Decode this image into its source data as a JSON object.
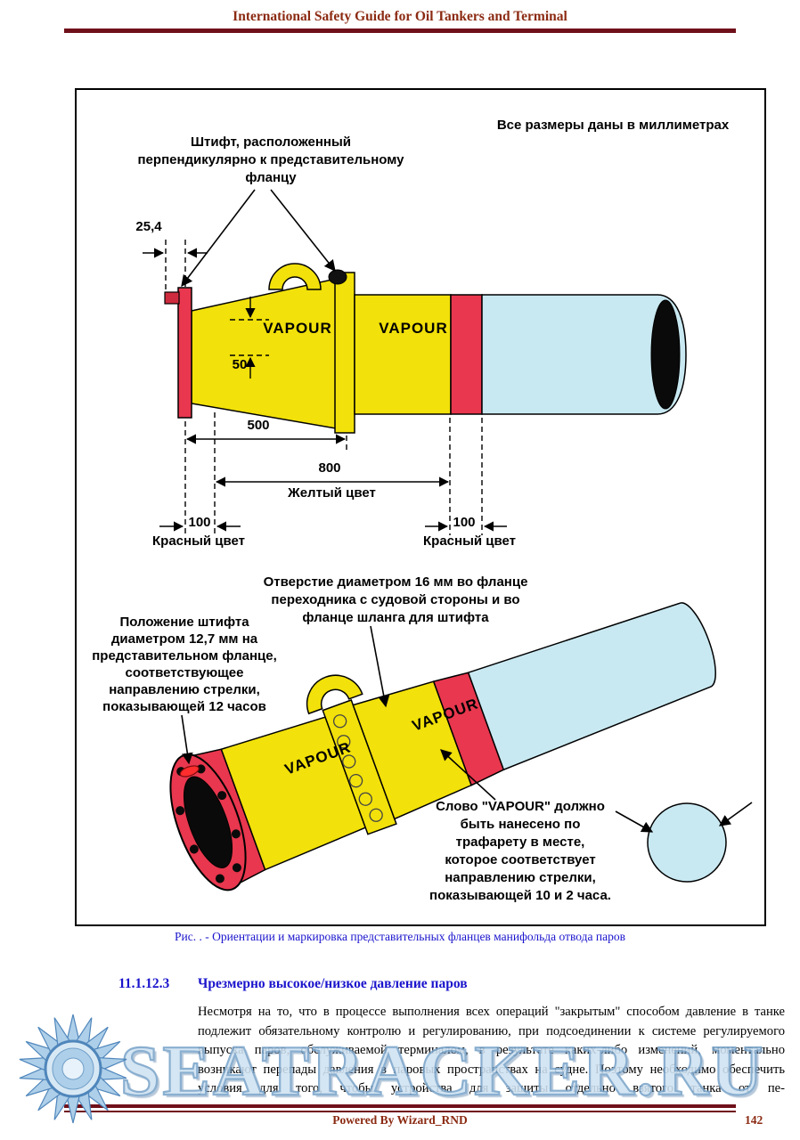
{
  "colors": {
    "maroon_text": "#8b2a12",
    "rule": "#70101a",
    "heading_blue": "#1a14cc",
    "diagram_yellow": "#f2e10a",
    "diagram_red": "#e8374e",
    "diagram_cyan": "#c9e9f2",
    "watermark_blue": "#cfe2f2"
  },
  "header": {
    "title": "International Safety Guide for Oil Tankers and Terminal"
  },
  "figure": {
    "note": "Все размеры даны в миллиметрах",
    "vapour": "VAPOUR",
    "pin_label": {
      "lines": [
        "Штифт, расположенный",
        "перпендикулярно к представительному",
        "фланцу"
      ]
    },
    "dims": {
      "d254": "25,4",
      "d50": "50",
      "d500": "500",
      "d800": "800",
      "d100_left": "100",
      "d100_right": "100"
    },
    "color_labels": {
      "yellow": "Желтый цвет",
      "red_left": "Красный цвет",
      "red_right": "Красный цвет"
    },
    "hole_label": {
      "lines": [
        "Отверстие диаметром 16 мм во фланце",
        "переходника с судовой стороны и во",
        "фланце шланга для штифта"
      ]
    },
    "pin_position_label": {
      "lines": [
        "Положение штифта",
        "диаметром 12,7 мм на",
        "представительном фланце,",
        "соответствующее",
        "направлению стрелки,",
        "показывающей 12 часов"
      ]
    },
    "stencil_label": {
      "lines": [
        "Слово \"VAPOUR\" должно",
        "быть нанесено по",
        "трафарету в месте,",
        "которое соответствует",
        "направлению стрелки,",
        "показывающей 10 и 2 часа."
      ]
    },
    "caption": "Рис. . - Ориентации и маркировка представительных фланцев манифольда отвода паров"
  },
  "section": {
    "number": "11.1.12.3",
    "title": "Чрезмерно высокое/низкое давление паров",
    "body": "Несмотря на то, что в процессе выполнения всех операций \"закрытым\" способом давление в танке подлежит обязательному контролю и регулированию, при подсоединении к системе регулируемого выпуска паров, обслуживаемой терминалом, в результате каких-либо изменений, моментально возникают перепады давления в паровых пространствах на судне. Поэтому необходимо обеспечить условия для того, чтобы устройства для защиты отдельно взятого танка от пе-"
  },
  "watermark": {
    "text": "SEATRACKER.RU"
  },
  "footer": {
    "powered": "Powered By Wizard_RND",
    "page_number": "142"
  }
}
